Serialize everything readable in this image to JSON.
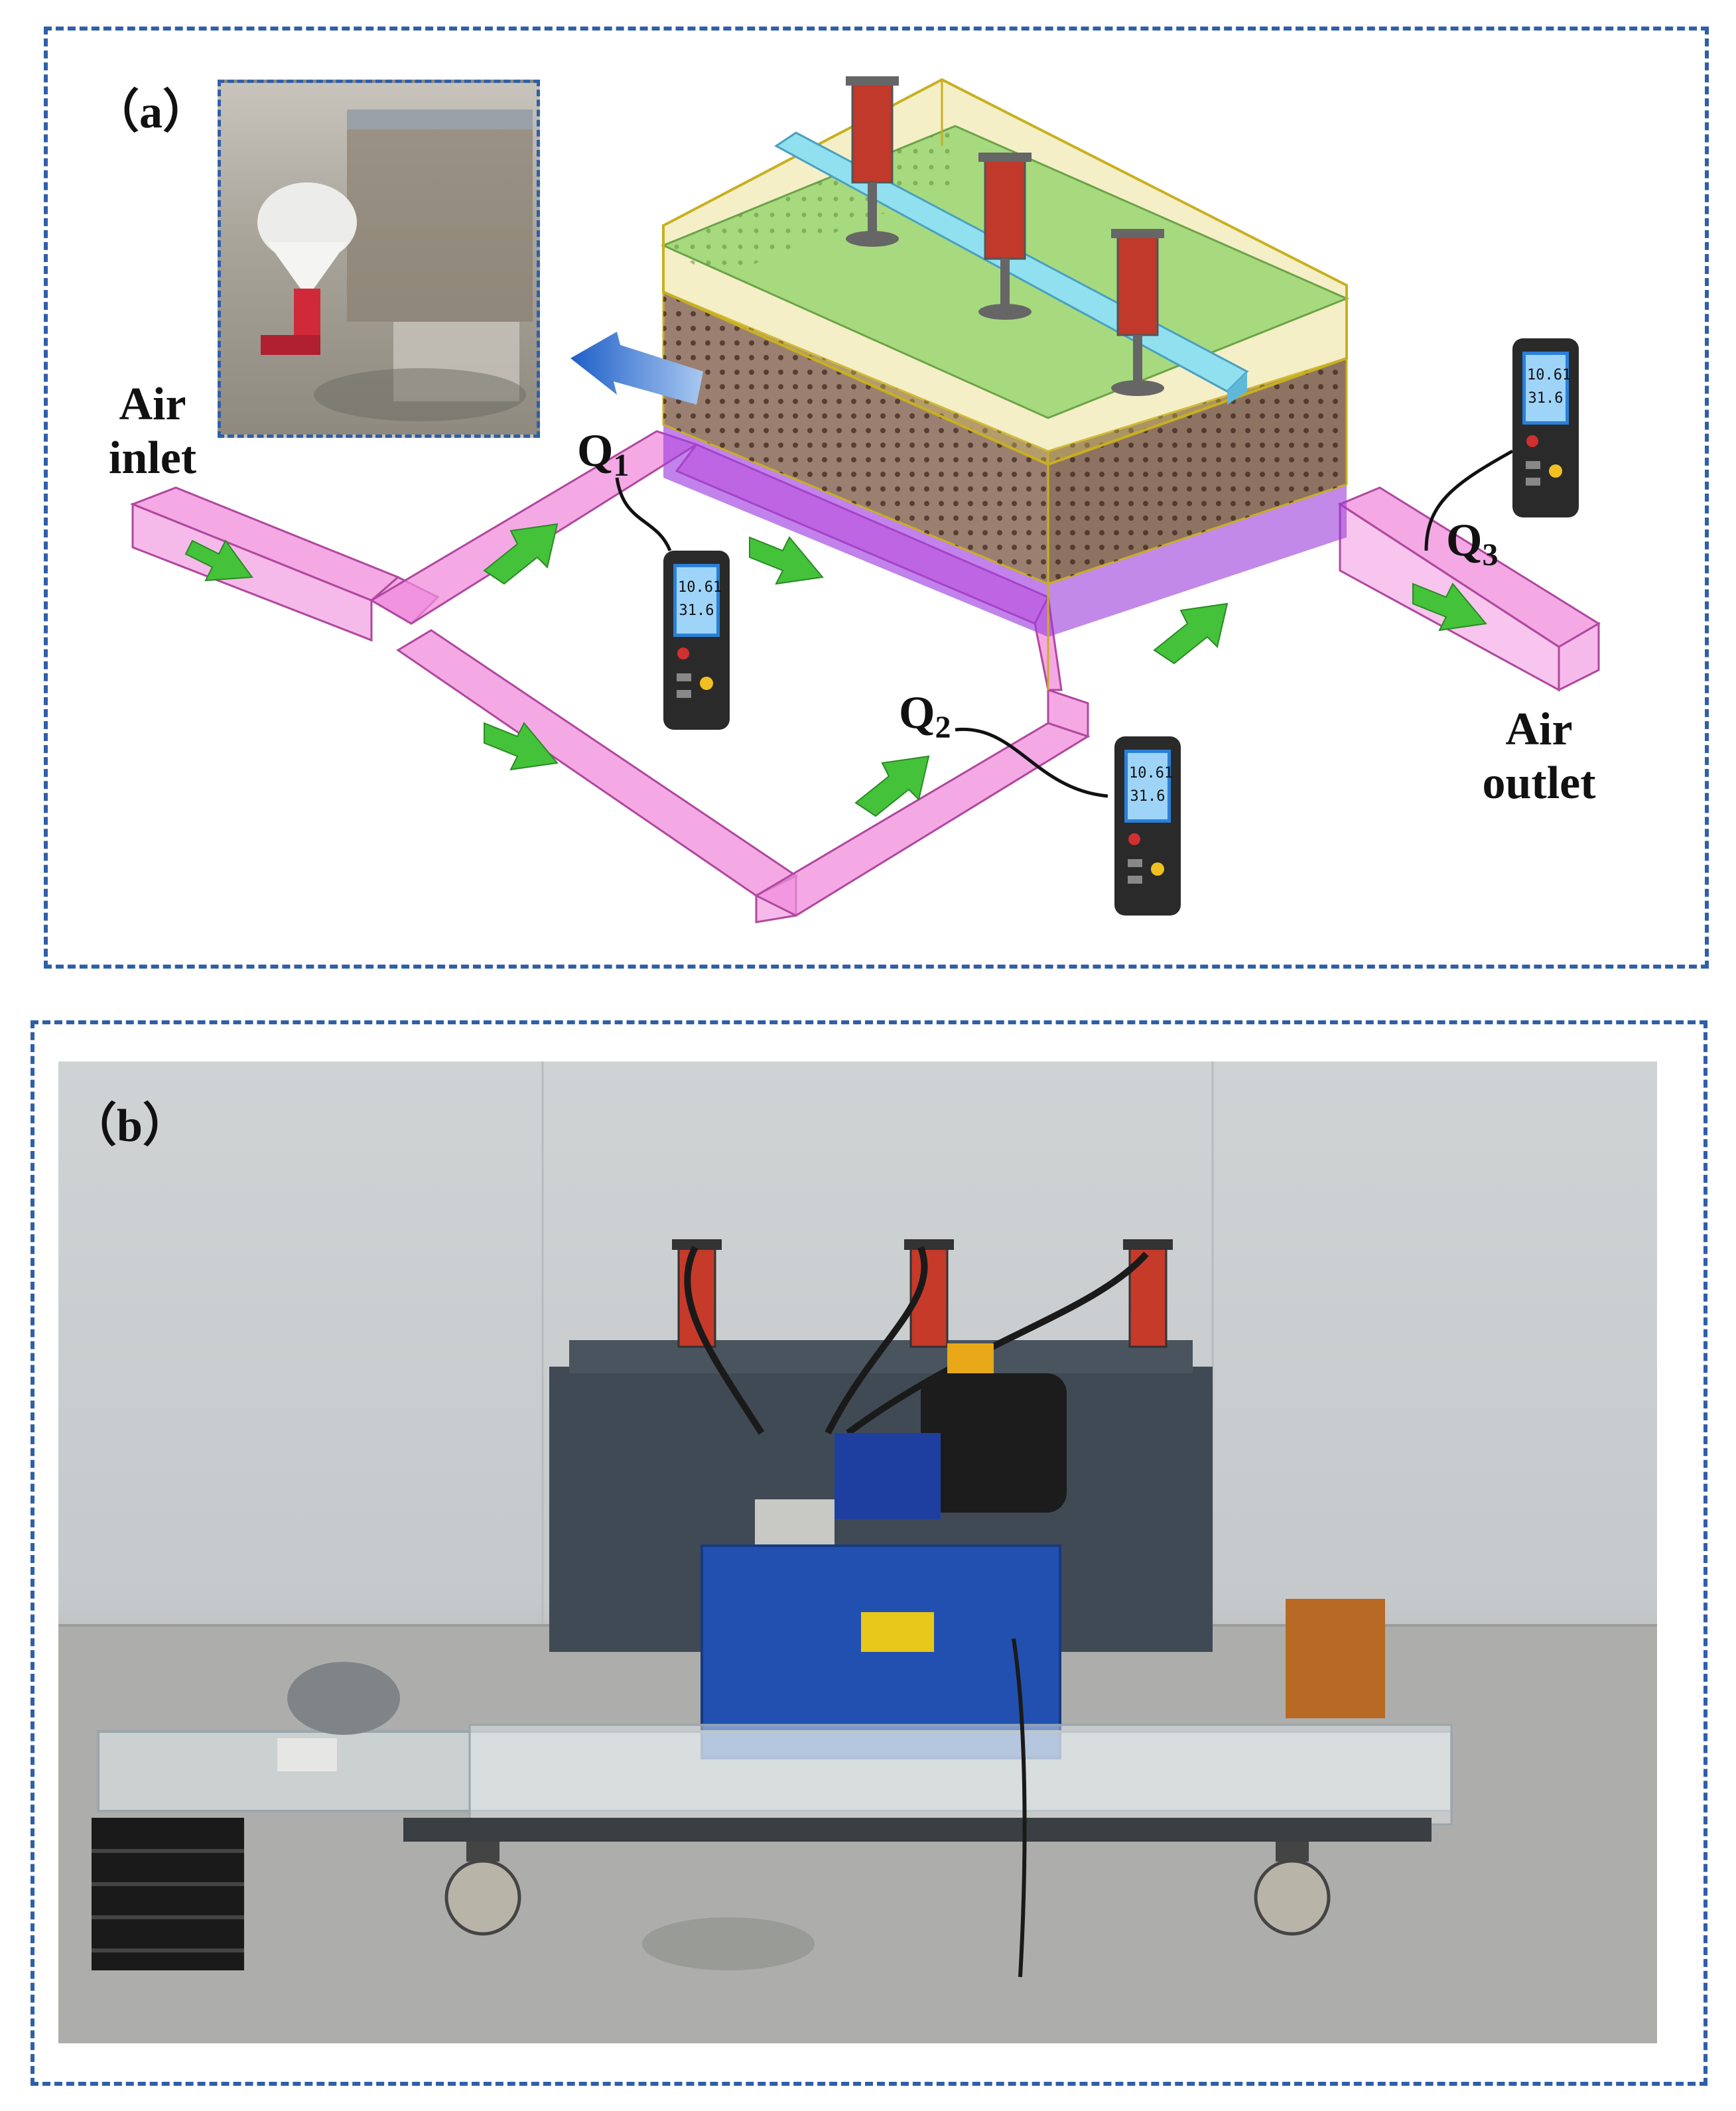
{
  "panel_a": {
    "label": "（a）",
    "air_inlet_lines": [
      "Air",
      "inlet"
    ],
    "air_outlet_lines": [
      "Air",
      "outlet"
    ],
    "sensors": [
      {
        "letter": "Q",
        "sub": "1"
      },
      {
        "letter": "Q",
        "sub": "2"
      },
      {
        "letter": "Q",
        "sub": "3"
      }
    ],
    "meter_display": {
      "line1": "10.61",
      "line2": "31.6"
    }
  },
  "panel_b": {
    "label": "（b）"
  },
  "colors": {
    "frame_dash": "#2f5fa8",
    "duct_pink": "#ee82d8",
    "flow_arrow": "#44c23a",
    "tank_green": "#5fd46a",
    "tank_brown": "#8a6a58",
    "hydraulic_blue": "#1f4fa8",
    "cylinder_red": "#c0392b"
  }
}
